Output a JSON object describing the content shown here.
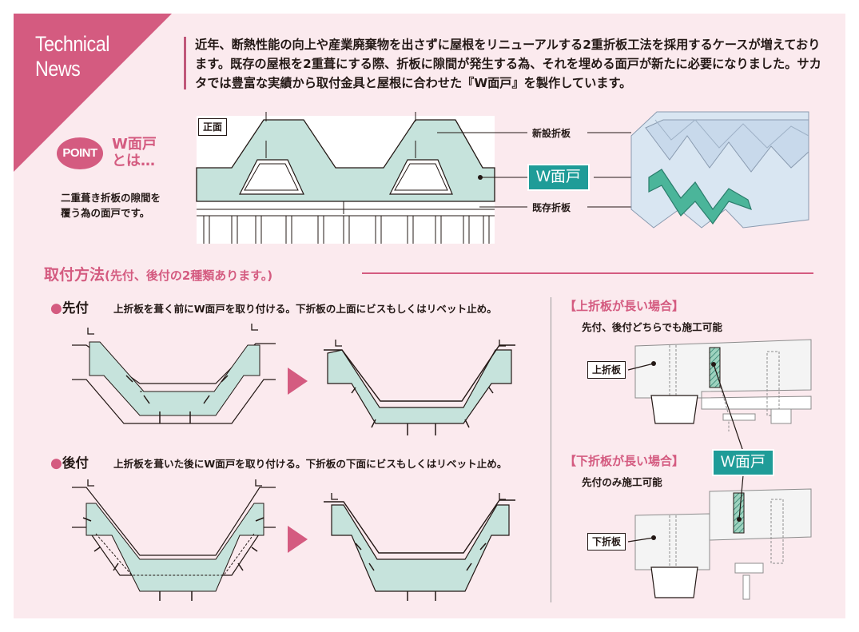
{
  "badge": {
    "line1": "Technical",
    "line2": "News"
  },
  "intro": "近年、断熱性能の向上や産業廃棄物を出さずに屋根をリニューアルする2重折板工法を採用するケースが増えております。既存の屋根を2重葺にする際、折板に隙間が発生する為、それを埋める面戸が新たに必要になりました。サカタでは豊富な実績から取付金具と屋根に合わせた『W面戸』を製作しています。",
  "point": {
    "badge": "POINT",
    "title_line1": "W面戸",
    "title_line2": "とは…",
    "desc_line1": "二重葺き折板の隙間を",
    "desc_line2": "覆う為の面戸です。"
  },
  "front_diagram": {
    "front_label": "正面",
    "new_sheet": "新設折板",
    "existing_sheet": "既存折板",
    "w_mendo": "W面戸"
  },
  "section": {
    "title": "取付方法",
    "subtitle": "(先付、後付の2種類あります。)"
  },
  "method_pre": {
    "head": "先付",
    "desc": "上折板を葺く前にW面戸を取り付ける。下折板の上面にビスもしくはリベット止め。"
  },
  "method_post": {
    "head": "後付",
    "desc": "上折板を葺いた後にW面戸を取り付ける。下折板の下面にビスもしくはリベット止め。"
  },
  "case_upper": {
    "head": "【上折板が長い場合】",
    "desc": "先付、後付どちらでも施工可能",
    "label": "上折板"
  },
  "case_lower": {
    "head": "【下折板が長い場合】",
    "desc": "先付のみ施工可能",
    "label": "下折板"
  },
  "side_w_label": "W面戸",
  "colors": {
    "accent": "#d45b80",
    "mendo_fill": "#c6e3dc",
    "teal": "#1f9c98",
    "background": "#fbeaee"
  }
}
